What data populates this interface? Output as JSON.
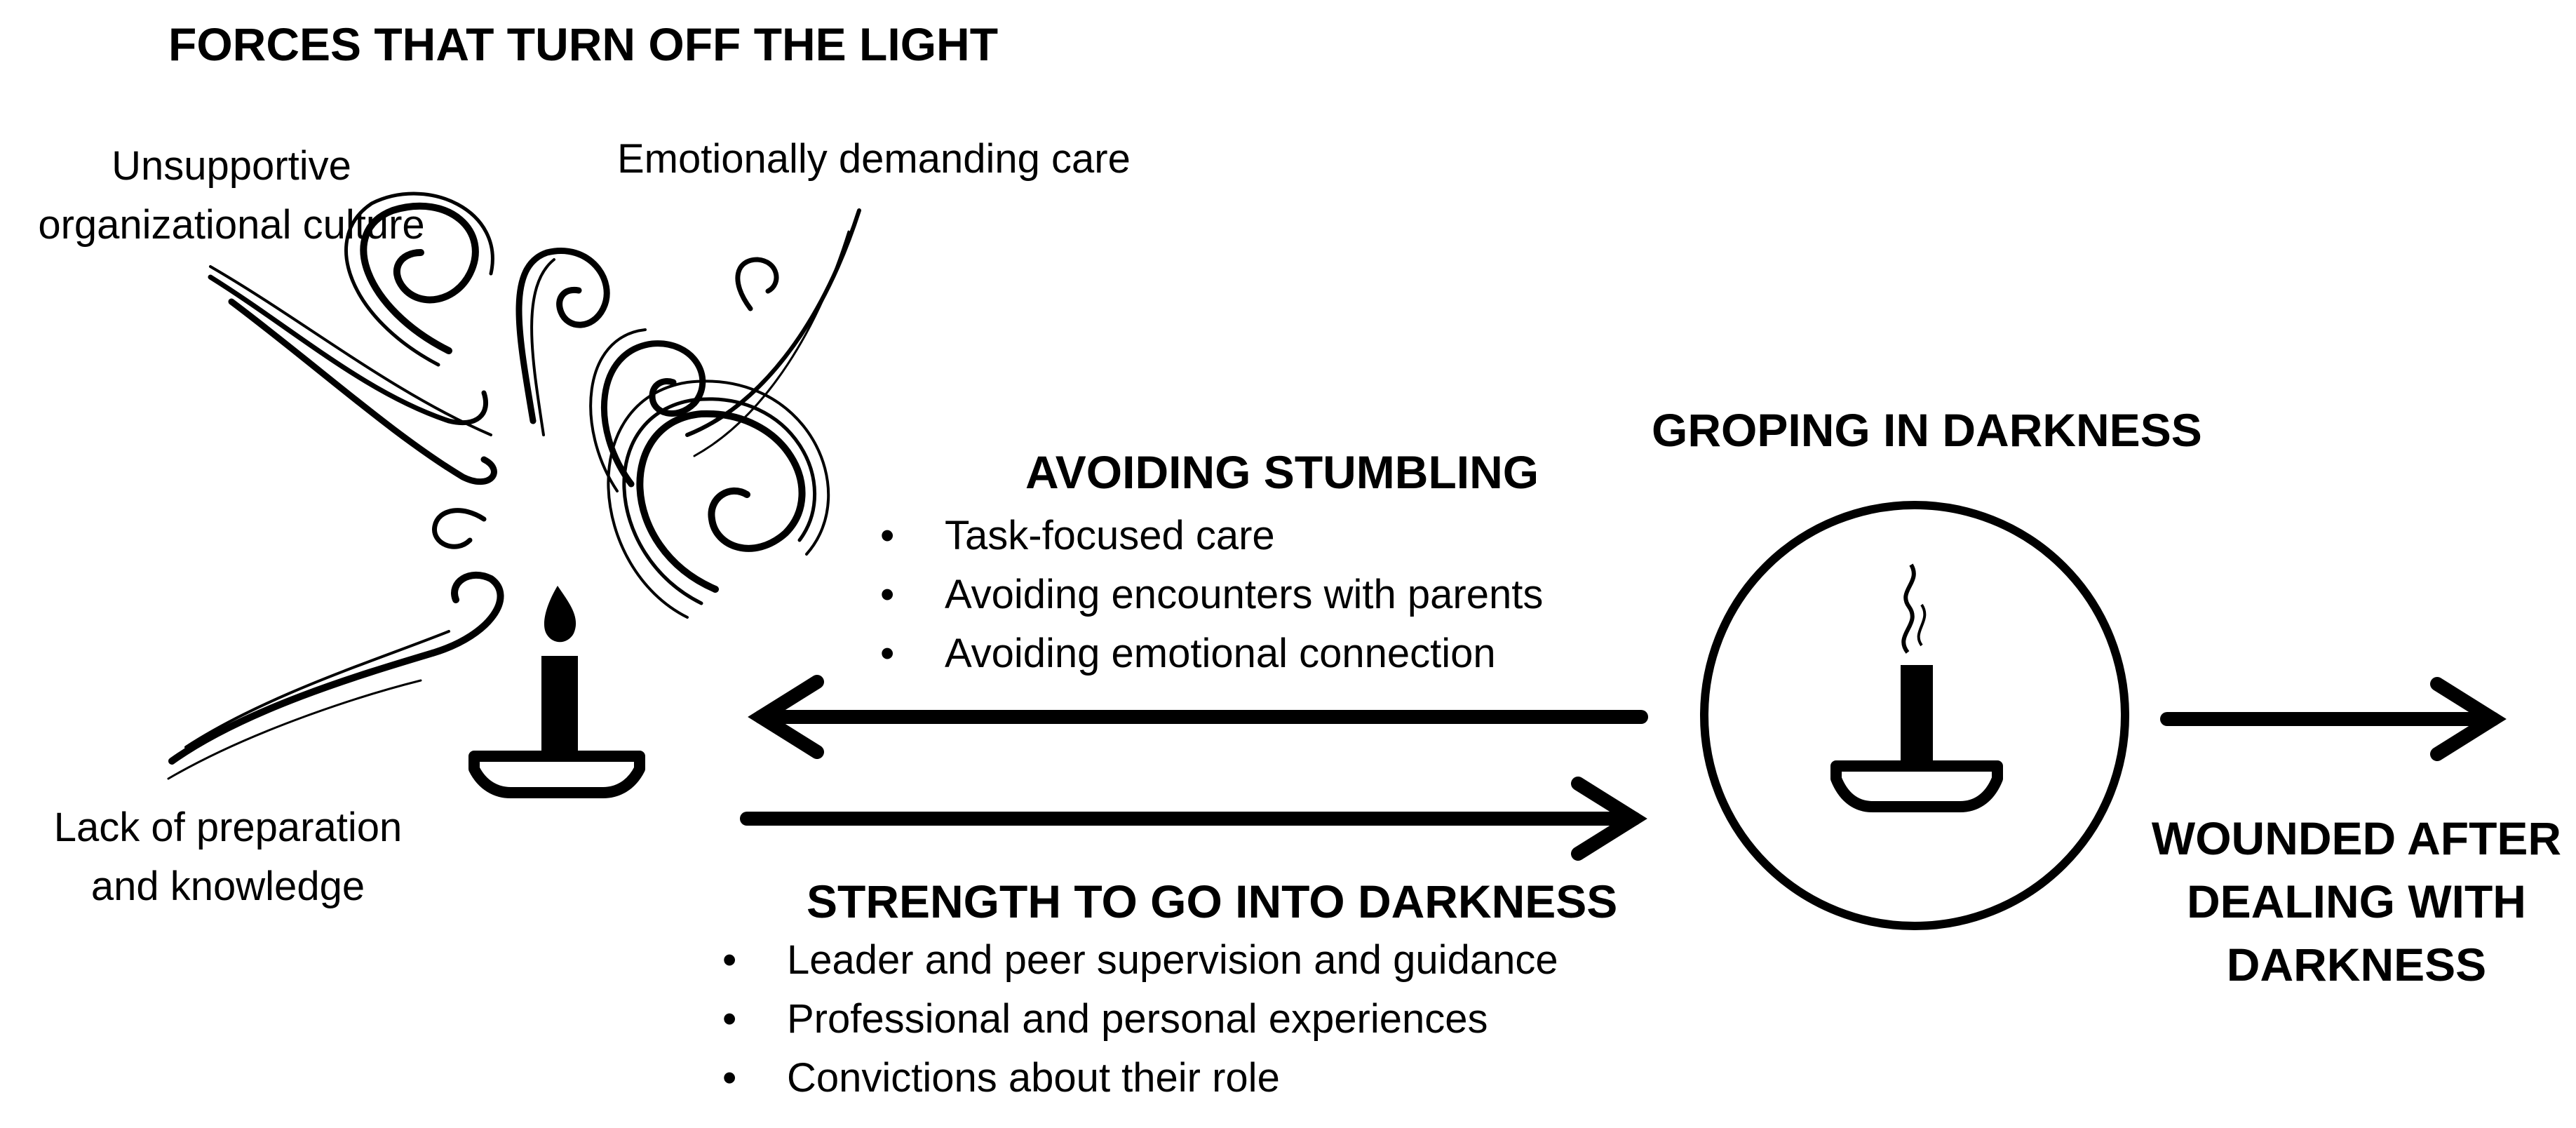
{
  "forces": {
    "title": "FORCES THAT TURN OFF THE LIGHT",
    "unsupportive": [
      "Unsupportive",
      "organizational culture"
    ],
    "emotional": "Emotionally demanding care",
    "lack": [
      "Lack of preparation",
      "and knowledge"
    ]
  },
  "avoiding": {
    "title": "AVOIDING STUMBLING",
    "items": [
      "Task-focused care",
      "Avoiding encounters with parents",
      "Avoiding emotional connection"
    ]
  },
  "strength": {
    "title": "STRENGTH TO GO INTO DARKNESS",
    "items": [
      "Leader and peer supervision and guidance",
      "Professional and personal experiences",
      "Convictions about their role"
    ]
  },
  "groping": {
    "title": "GROPING IN DARKNESS"
  },
  "wounded": {
    "lines": [
      "WOUNDED AFTER",
      "DEALING WITH",
      "DARKNESS"
    ]
  },
  "icons": [
    "wind-swirls-icon",
    "lit-candle-icon",
    "extinguished-candle-icon"
  ],
  "colors": {
    "ink": "#000000",
    "background": "#ffffff"
  }
}
